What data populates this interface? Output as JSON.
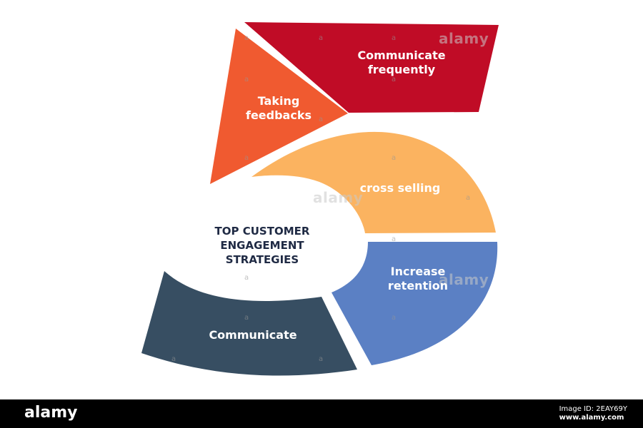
{
  "center": {
    "title": "TOP CUSTOMER\nENGAGEMENT\nSTRATEGIES",
    "color": "#1f2a44"
  },
  "segments": [
    {
      "key": "communicate_frequently",
      "label": "Communicate\nfrequently",
      "color": "#c00c26"
    },
    {
      "key": "taking_feedbacks",
      "label": "Taking\nfeedbacks",
      "color": "#f05a30"
    },
    {
      "key": "cross_selling",
      "label": "cross selling",
      "color": "#fbb360"
    },
    {
      "key": "increase_retention",
      "label": "Increase\nretention",
      "color": "#5b80c4"
    },
    {
      "key": "communicate",
      "label": "Communicate",
      "color": "#374e62"
    }
  ],
  "watermark": {
    "brand": "alamy",
    "mark": "a"
  },
  "footer": {
    "logo": "alamy",
    "image_id": "Image ID: 2EAY69Y",
    "url": "www.alamy.com",
    "background": "#000000"
  }
}
